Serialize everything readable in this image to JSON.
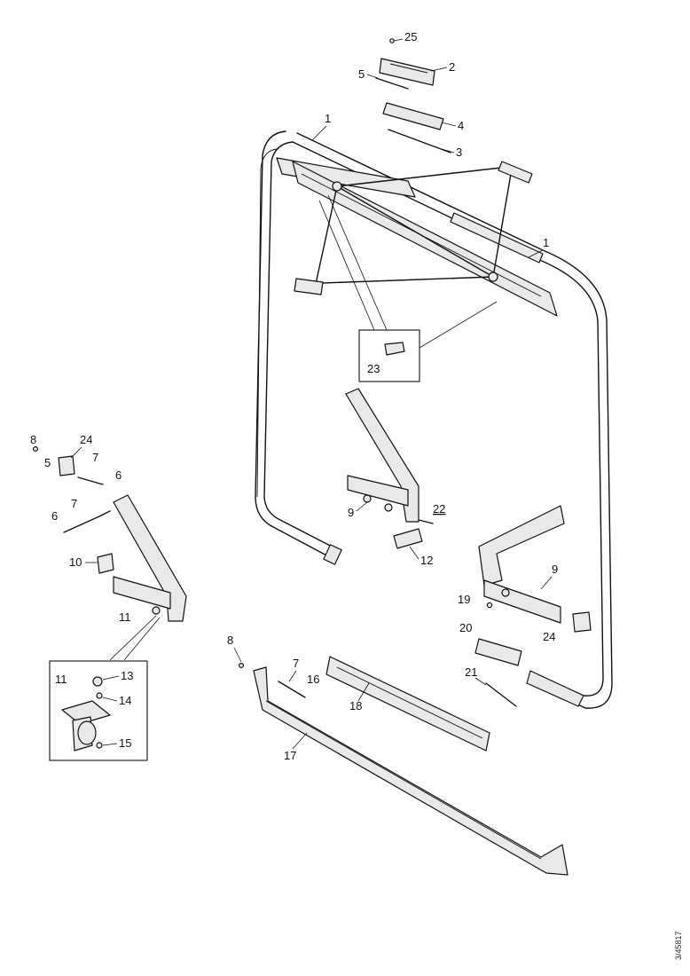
{
  "document_id": "3/45817",
  "callouts": {
    "c25": "25",
    "c2": "2",
    "c5a": "5",
    "c4": "4",
    "c3": "3",
    "c1a": "1",
    "c1b": "1",
    "c23": "23",
    "c8a": "8",
    "c5b": "5",
    "c24a": "24",
    "c7a": "7",
    "c6a": "6",
    "c6b": "6",
    "c7b": "7",
    "c10": "10",
    "c11a": "11",
    "c9a": "9",
    "c22": "22",
    "c12": "12",
    "c9b": "9",
    "c19": "19",
    "c20": "20",
    "c24b": "24",
    "c21": "21",
    "c8b": "8",
    "c7c": "7",
    "c16": "16",
    "c18": "18",
    "c17": "17",
    "c11b": "11",
    "c13": "13",
    "c14": "14",
    "c15": "15"
  }
}
